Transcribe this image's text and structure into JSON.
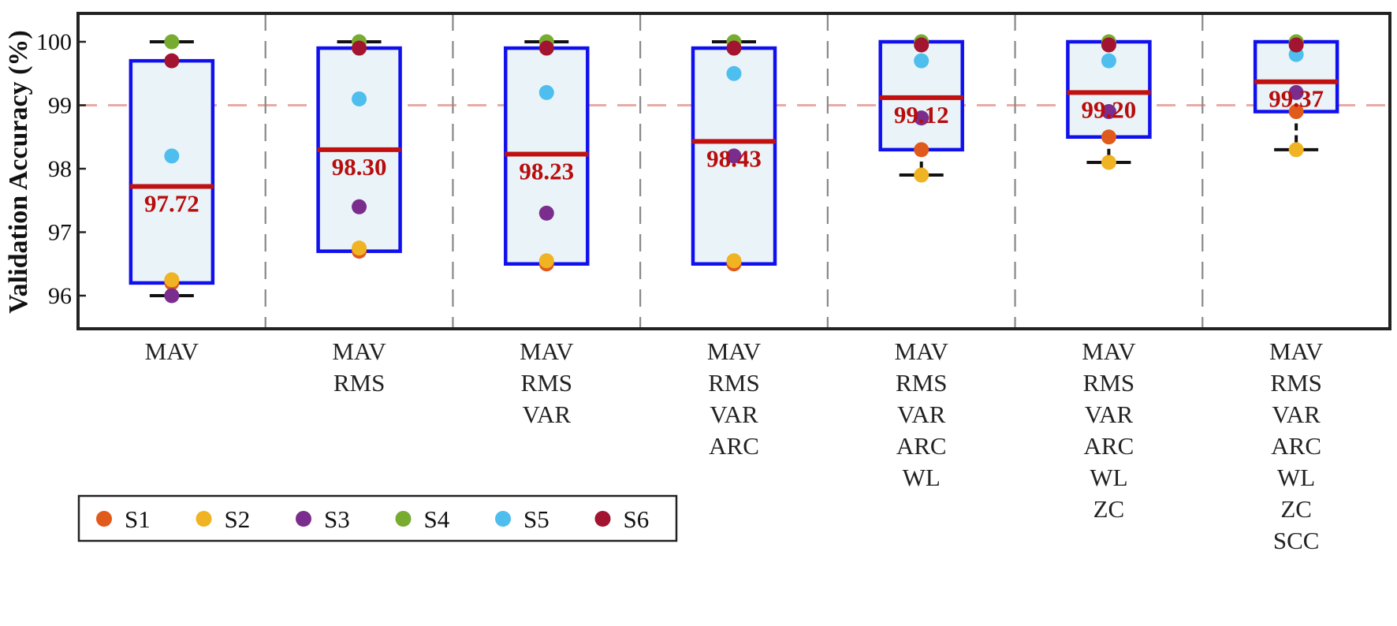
{
  "chart_data": {
    "type": "box",
    "ylabel": "Validation Accuracy (%)",
    "ylim": [
      95.5,
      100.45
    ],
    "yticks": [
      96,
      97,
      98,
      99,
      100
    ],
    "reference_line": 99,
    "groups": [
      {
        "features": [
          "MAV"
        ],
        "median": 97.72,
        "median_label": "97.72",
        "q1": 96.2,
        "q3": 99.7,
        "whisker_low": 96.0,
        "whisker_high": 100.0,
        "points": {
          "S1": 96.2,
          "S2": 96.25,
          "S3": 96.0,
          "S4": 100.0,
          "S5": 98.2,
          "S6": 99.7
        }
      },
      {
        "features": [
          "MAV",
          "RMS"
        ],
        "median": 98.3,
        "median_label": "98.30",
        "q1": 96.7,
        "q3": 99.9,
        "whisker_low": 96.7,
        "whisker_high": 100.0,
        "points": {
          "S1": 96.7,
          "S2": 96.75,
          "S3": 97.4,
          "S4": 100.0,
          "S5": 99.1,
          "S6": 99.9
        }
      },
      {
        "features": [
          "MAV",
          "RMS",
          "VAR"
        ],
        "median": 98.23,
        "median_label": "98.23",
        "q1": 96.5,
        "q3": 99.9,
        "whisker_low": 96.5,
        "whisker_high": 100.0,
        "points": {
          "S1": 96.5,
          "S2": 96.55,
          "S3": 97.3,
          "S4": 100.0,
          "S5": 99.2,
          "S6": 99.9
        }
      },
      {
        "features": [
          "MAV",
          "RMS",
          "VAR",
          "ARC"
        ],
        "median": 98.43,
        "median_label": "98.43",
        "q1": 96.5,
        "q3": 99.9,
        "whisker_low": 96.5,
        "whisker_high": 100.0,
        "points": {
          "S1": 96.5,
          "S2": 96.55,
          "S3": 98.2,
          "S4": 100.0,
          "S5": 99.5,
          "S6": 99.9
        }
      },
      {
        "features": [
          "MAV",
          "RMS",
          "VAR",
          "ARC",
          "WL"
        ],
        "median": 99.12,
        "median_label": "99.12",
        "q1": 98.3,
        "q3": 100.0,
        "whisker_low": 97.9,
        "whisker_high": 100.0,
        "points": {
          "S1": 98.3,
          "S2": 97.9,
          "S3": 98.8,
          "S4": 100.0,
          "S5": 99.7,
          "S6": 99.95
        }
      },
      {
        "features": [
          "MAV",
          "RMS",
          "VAR",
          "ARC",
          "WL",
          "ZC"
        ],
        "median": 99.2,
        "median_label": "99.20",
        "q1": 98.5,
        "q3": 100.0,
        "whisker_low": 98.1,
        "whisker_high": 100.0,
        "points": {
          "S1": 98.5,
          "S2": 98.1,
          "S3": 98.9,
          "S4": 100.0,
          "S5": 99.7,
          "S6": 99.95
        }
      },
      {
        "features": [
          "MAV",
          "RMS",
          "VAR",
          "ARC",
          "WL",
          "ZC",
          "SCC"
        ],
        "median": 99.37,
        "median_label": "99.37",
        "q1": 98.9,
        "q3": 100.0,
        "whisker_low": 98.3,
        "whisker_high": 100.0,
        "points": {
          "S1": 98.9,
          "S2": 98.3,
          "S3": 99.2,
          "S4": 100.0,
          "S5": 99.8,
          "S6": 99.95
        }
      }
    ],
    "series": [
      {
        "name": "S1",
        "color": "#e05a1c"
      },
      {
        "name": "S2",
        "color": "#f0b323"
      },
      {
        "name": "S3",
        "color": "#7b2d8e"
      },
      {
        "name": "S4",
        "color": "#77ac30"
      },
      {
        "name": "S5",
        "color": "#4dbeee"
      },
      {
        "name": "S6",
        "color": "#a2142f"
      }
    ],
    "colors": {
      "box_edge": "#1010ee",
      "box_fill": "#eaf4f8",
      "median": "#c01010",
      "median_label": "#b80d0d",
      "reference": "#e8aaa6",
      "divider": "#888888"
    },
    "legend_position": "bottom-left"
  }
}
